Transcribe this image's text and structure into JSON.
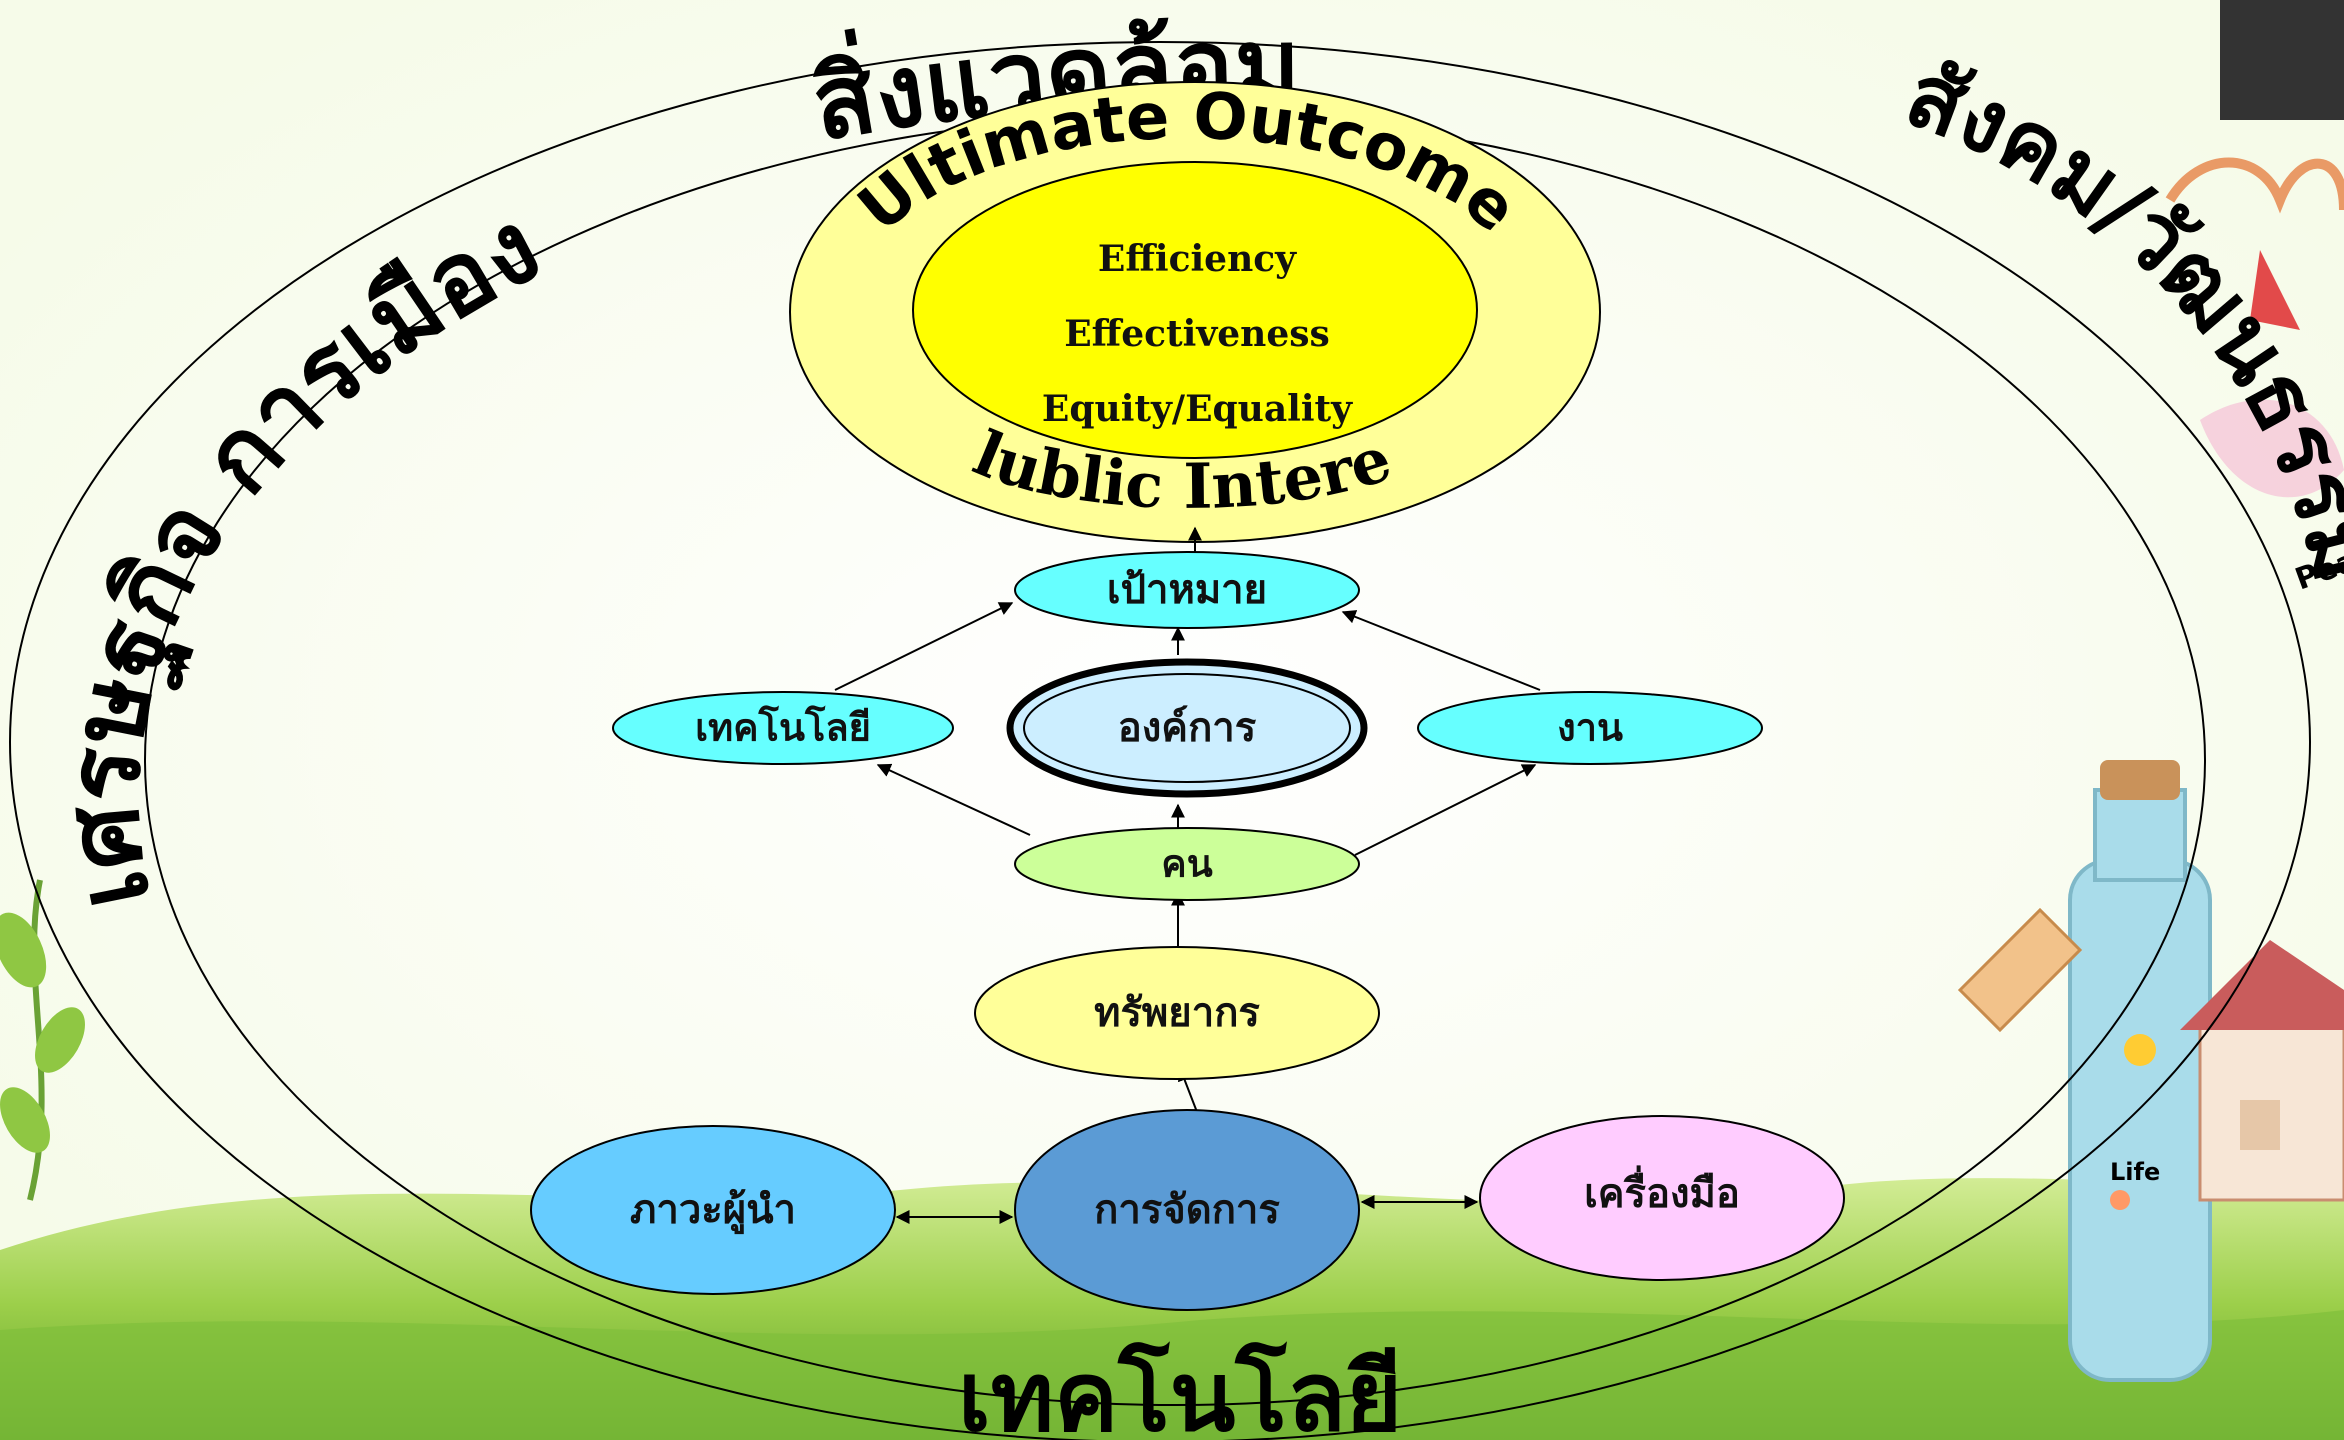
{
  "environment": {
    "economy_politics": "เศรษฐกิจ การเมือง",
    "environment_label": "สิ่งแวดล้อม",
    "society_culture": "สังคม/วัฒนธรรม",
    "technology": "เทคโนโลยี"
  },
  "outcome": {
    "ultimate_outcome": "Ultimate Outcome",
    "public_interest": "Plublic Interest",
    "efficiency": "Efficiency",
    "effectiveness": "Effectiveness",
    "equity": "Equity/Equality"
  },
  "nodes": {
    "goal": "เป้าหมาย",
    "technology": "เทคโนโลยี",
    "organization": "องค์การ",
    "work": "งาน",
    "people": "คน",
    "resources": "ทรัพยากร",
    "leadership": "ภาวะผู้นำ",
    "management": "การจัดการ",
    "tools": "เครื่องมือ"
  },
  "colors": {
    "outer_outcome": "#ffff99",
    "inner_outcome": "#ffff00",
    "goal": "#66ffff",
    "technology": "#66ffff",
    "organization": "#cceeff",
    "work": "#66ffff",
    "people": "#ccff99",
    "resources": "#ffff99",
    "leadership": "#66ccff",
    "management": "#5b9bd5",
    "tools": "#ffccff"
  },
  "decoration": {
    "sign_text": "Peace",
    "tag_text": "Life"
  }
}
